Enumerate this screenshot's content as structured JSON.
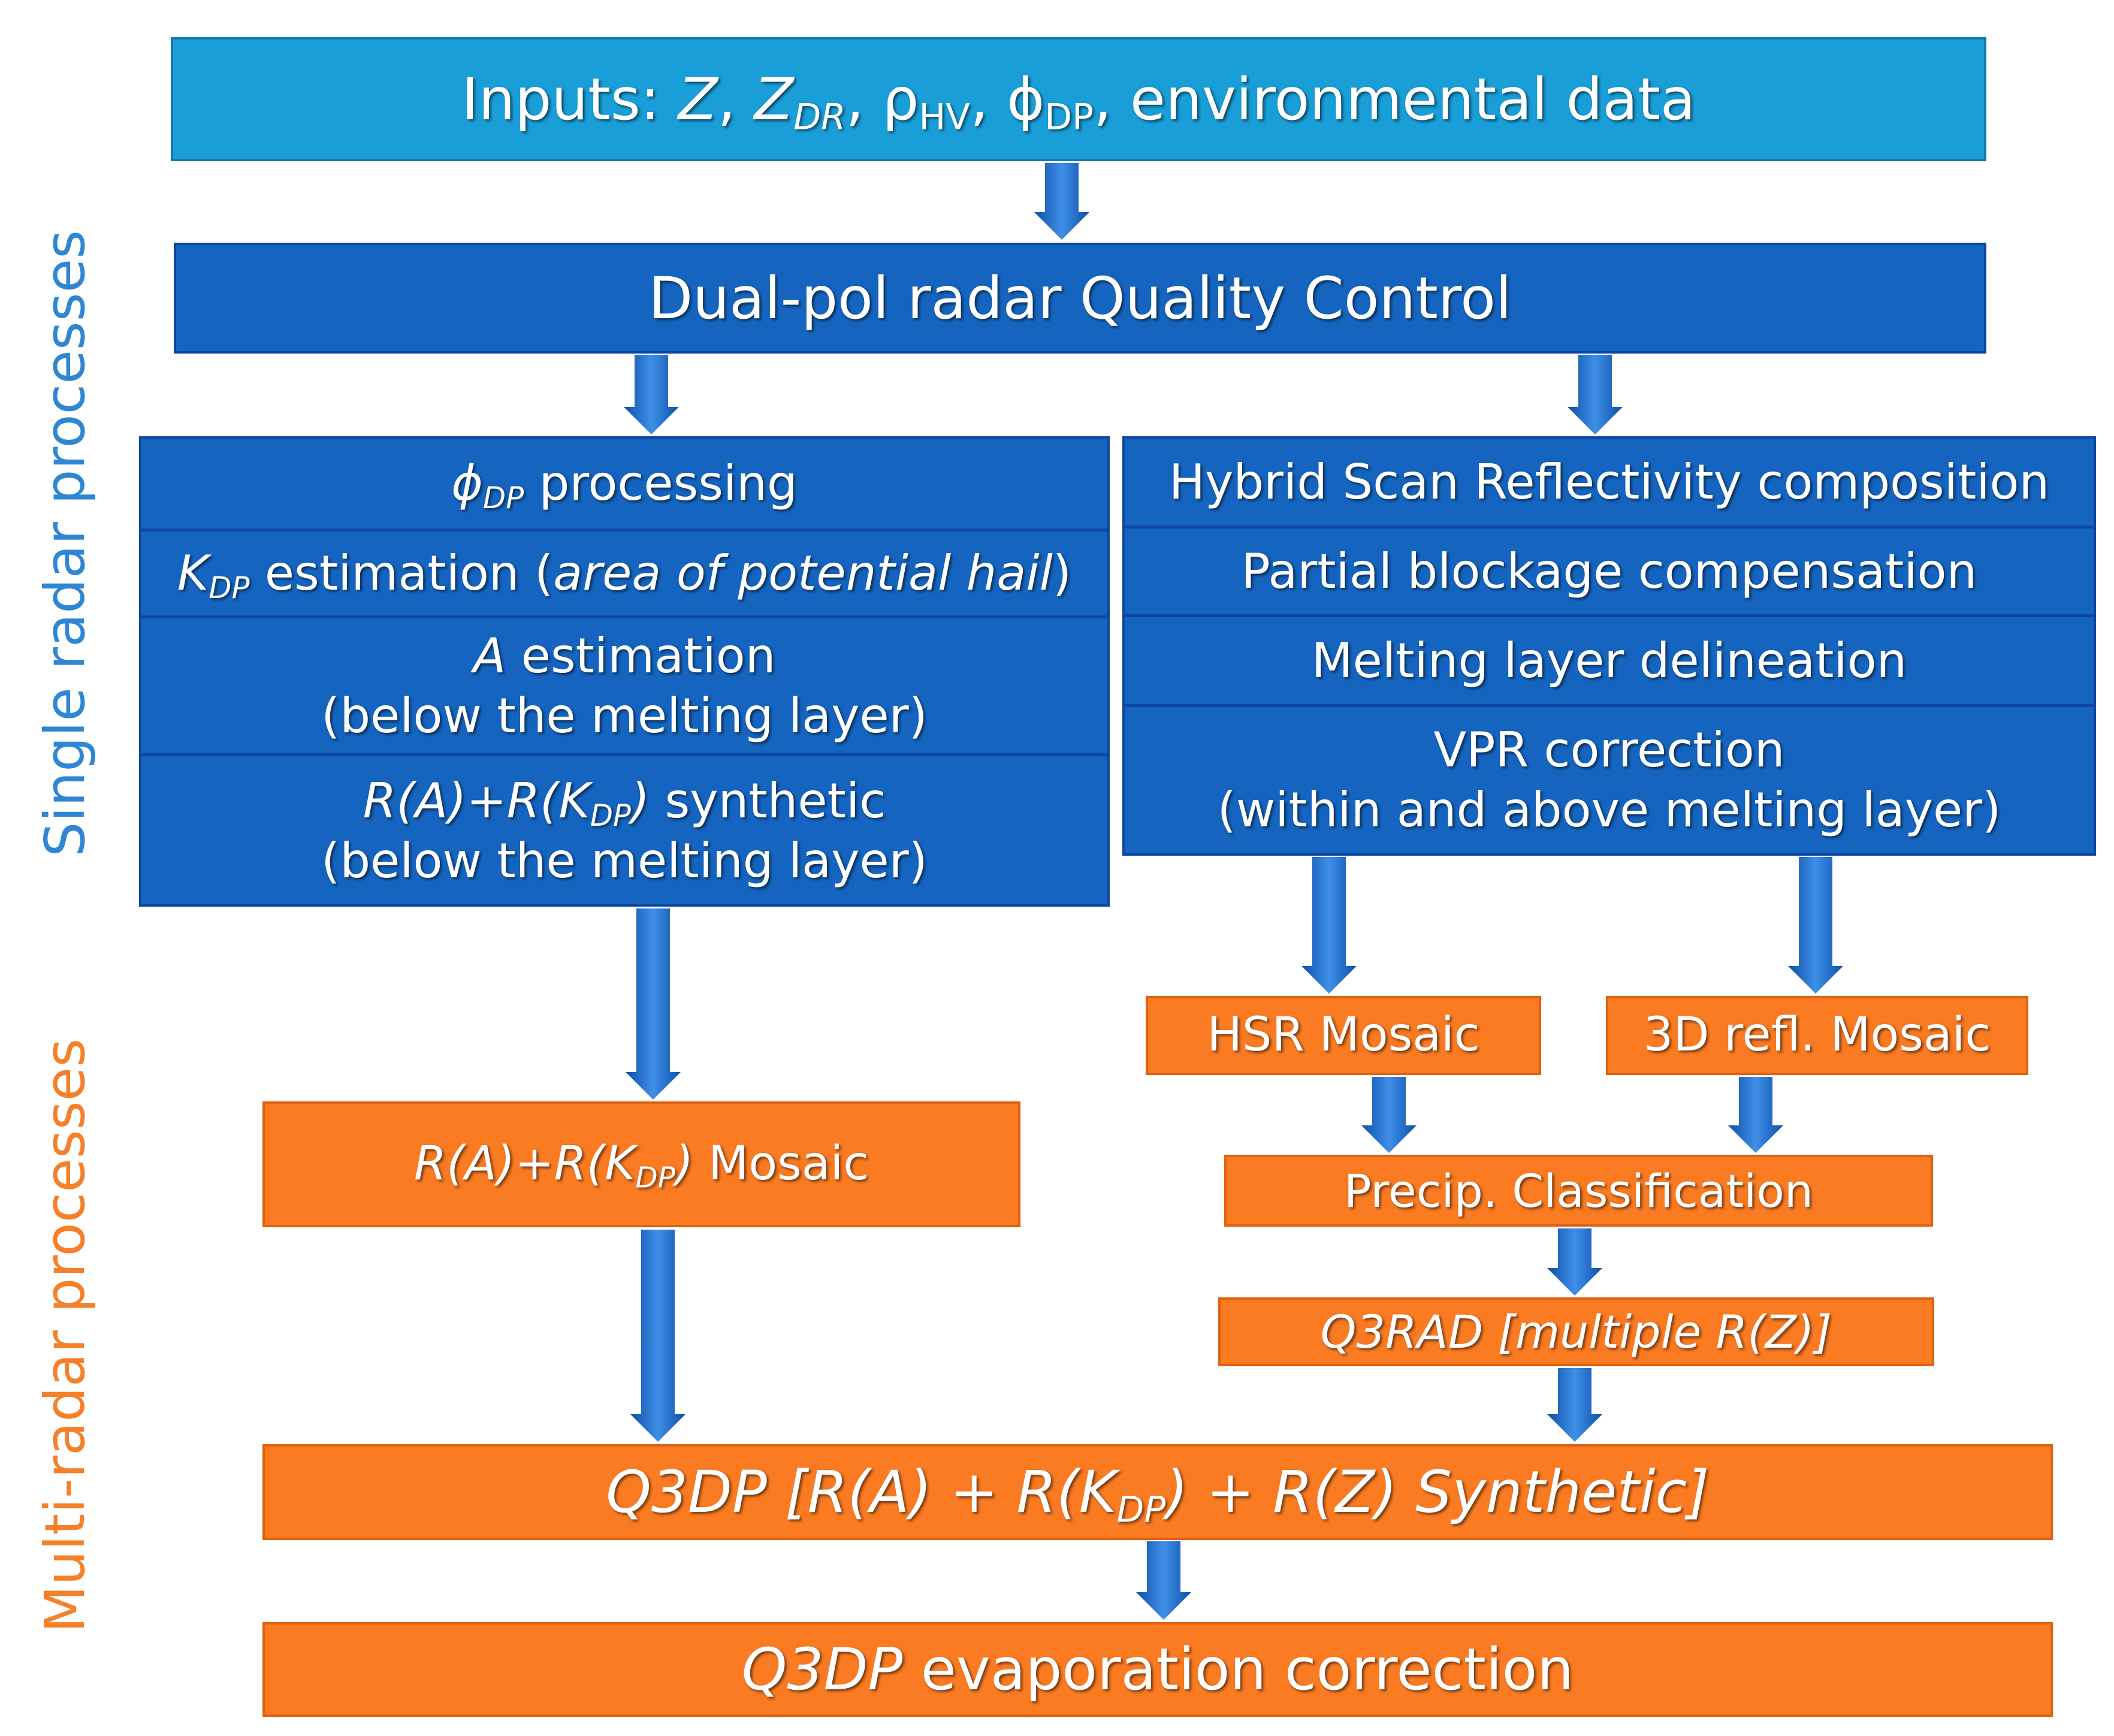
{
  "colors": {
    "blue": "#1565c0",
    "light_blue": "#1a9ed8",
    "orange": "#fb7b22",
    "side_blue": "#2e86d4",
    "side_orange": "#f4812a",
    "arrow": "#1a6fd1"
  },
  "side_labels": {
    "single": "Single radar processes",
    "multi": "Multi-radar processes"
  },
  "inputs": {
    "prefix": "Inputs: ",
    "z": "Z",
    "sep1": ", ",
    "zdr_main": "Z",
    "zdr_sub": "DR",
    "sep2": ", ",
    "rho_main": "ρ",
    "rho_sub": "HV",
    "sep3": ", ",
    "phi_main": "ϕ",
    "phi_sub": "DP",
    "suffix": ", environmental data"
  },
  "qc": {
    "label": "Dual-pol radar Quality Control"
  },
  "left_column": {
    "phidp": {
      "main": "ϕ",
      "sub": "DP",
      "rest": " processing"
    },
    "kdp": {
      "main": "K",
      "sub": "DP",
      "mid": " estimation (",
      "italic": "area of potential hail",
      "end": ")"
    },
    "a_est": {
      "var": "A",
      "line1_rest": " estimation",
      "line2": "(below the melting layer)"
    },
    "synthetic": {
      "part1": "R(A)+R(K",
      "sub": "DP",
      "part2": ")",
      "line1_rest": " synthetic",
      "line2": "(below the melting layer)"
    }
  },
  "right_column": {
    "hsr_comp": "Hybrid Scan Reflectivity composition",
    "partial": "Partial blockage compensation",
    "melting": "Melting layer delineation",
    "vpr_line1": "VPR correction",
    "vpr_line2": "(within and above melting layer)"
  },
  "hsr_mosaic": "HSR Mosaic",
  "refl_mosaic": "3D refl. Mosaic",
  "ra_mosaic": {
    "part1": "R(A)+R(K",
    "sub": "DP",
    "part2": ")",
    "rest": " Mosaic"
  },
  "precip": "Precip. Classification",
  "q3rad": "Q3RAD [multiple R(Z)]",
  "q3dp": {
    "part1": "Q3DP [R(A) + R(K",
    "sub": "DP",
    "part2": ") + R(Z) Synthetic]"
  },
  "q3dp_evap": {
    "italic": "Q3DP",
    "rest": " evaporation correction"
  }
}
